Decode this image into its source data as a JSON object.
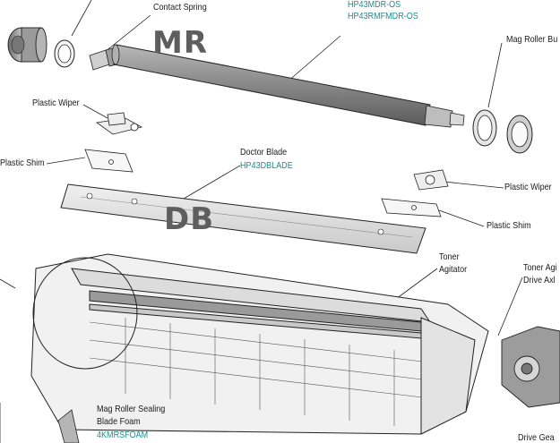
{
  "labels": {
    "contact_spring": "Contact Spring",
    "mr_part_1": "HP43MDR-OS",
    "mr_part_2": "HP43RMFMDR-OS",
    "mag_roller_bushing": "Mag Roller Bu",
    "plastic_wiper_left": "Plastic Wiper",
    "plastic_shim_left": "Plastic Shim",
    "doctor_blade": "Doctor Blade",
    "doctor_blade_part": "HP43DBLADE",
    "plastic_wiper_right": "Plastic Wiper",
    "plastic_shim_right": "Plastic Shim",
    "toner_agitator_1": "Toner",
    "toner_agitator_2": "Agitator",
    "toner_agitator_drive_1": "Toner Agi",
    "toner_agitator_drive_2": "Drive Axl",
    "mag_seal_1": "Mag Roller Sealing",
    "mag_seal_2": "Blade Foam",
    "mag_seal_part": "4KMRSFOAM",
    "drive_gear": "Drive Gea"
  },
  "overlay": {
    "mr": "MR",
    "db": "DB"
  },
  "colors": {
    "part_number": "#1f8a8f",
    "overlay_text": "#5e5e5e",
    "roller_fill": "#8a8a8a"
  }
}
